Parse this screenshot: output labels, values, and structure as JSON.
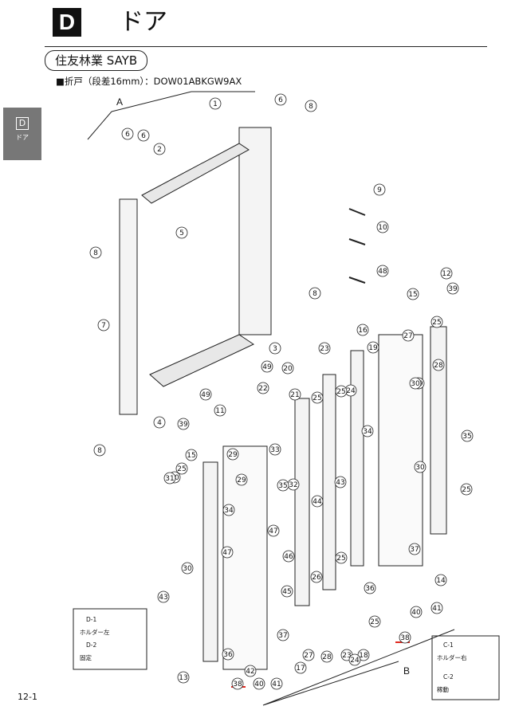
{
  "header": {
    "section_letter": "D",
    "title": "ドア"
  },
  "manufacturer": "住友林業 SAYB",
  "product_line": "■折戸（段差16mm）：DOW01ABKGW9AX",
  "side_tab": {
    "letter": "D",
    "text": "ドア"
  },
  "page_number": "12-1",
  "detail_labels": {
    "a": "A",
    "b": "B"
  },
  "part_numbers": [
    "1",
    "2",
    "3",
    "4",
    "5",
    "6",
    "6",
    "6",
    "7",
    "8",
    "8",
    "8",
    "8",
    "9",
    "10",
    "48",
    "49",
    "49",
    "11",
    "12",
    "13",
    "14",
    "15",
    "15",
    "16",
    "17",
    "18",
    "19",
    "20",
    "21",
    "22",
    "23",
    "23",
    "24",
    "24",
    "25",
    "25",
    "25",
    "25",
    "25",
    "25",
    "25",
    "26",
    "27",
    "27",
    "28",
    "28",
    "29",
    "29",
    "29",
    "30",
    "30",
    "30",
    "30",
    "31",
    "32",
    "33",
    "34",
    "34",
    "35",
    "35",
    "36",
    "36",
    "37",
    "37",
    "38",
    "38",
    "39",
    "39",
    "40",
    "40",
    "41",
    "41",
    "42",
    "43",
    "43",
    "44",
    "45",
    "46",
    "47",
    "47"
  ],
  "legend_left": [
    {
      "code": "D-1",
      "text": "ホルダー左"
    },
    {
      "code": "D-2",
      "text": "固定"
    }
  ],
  "legend_right": [
    {
      "code": "C-1",
      "text": "ホルダー右"
    },
    {
      "code": "C-2",
      "text": "稼動"
    }
  ],
  "colors": {
    "highlight_underline": "#e0281f",
    "tab_bg": "#777777",
    "ink": "#111111"
  }
}
